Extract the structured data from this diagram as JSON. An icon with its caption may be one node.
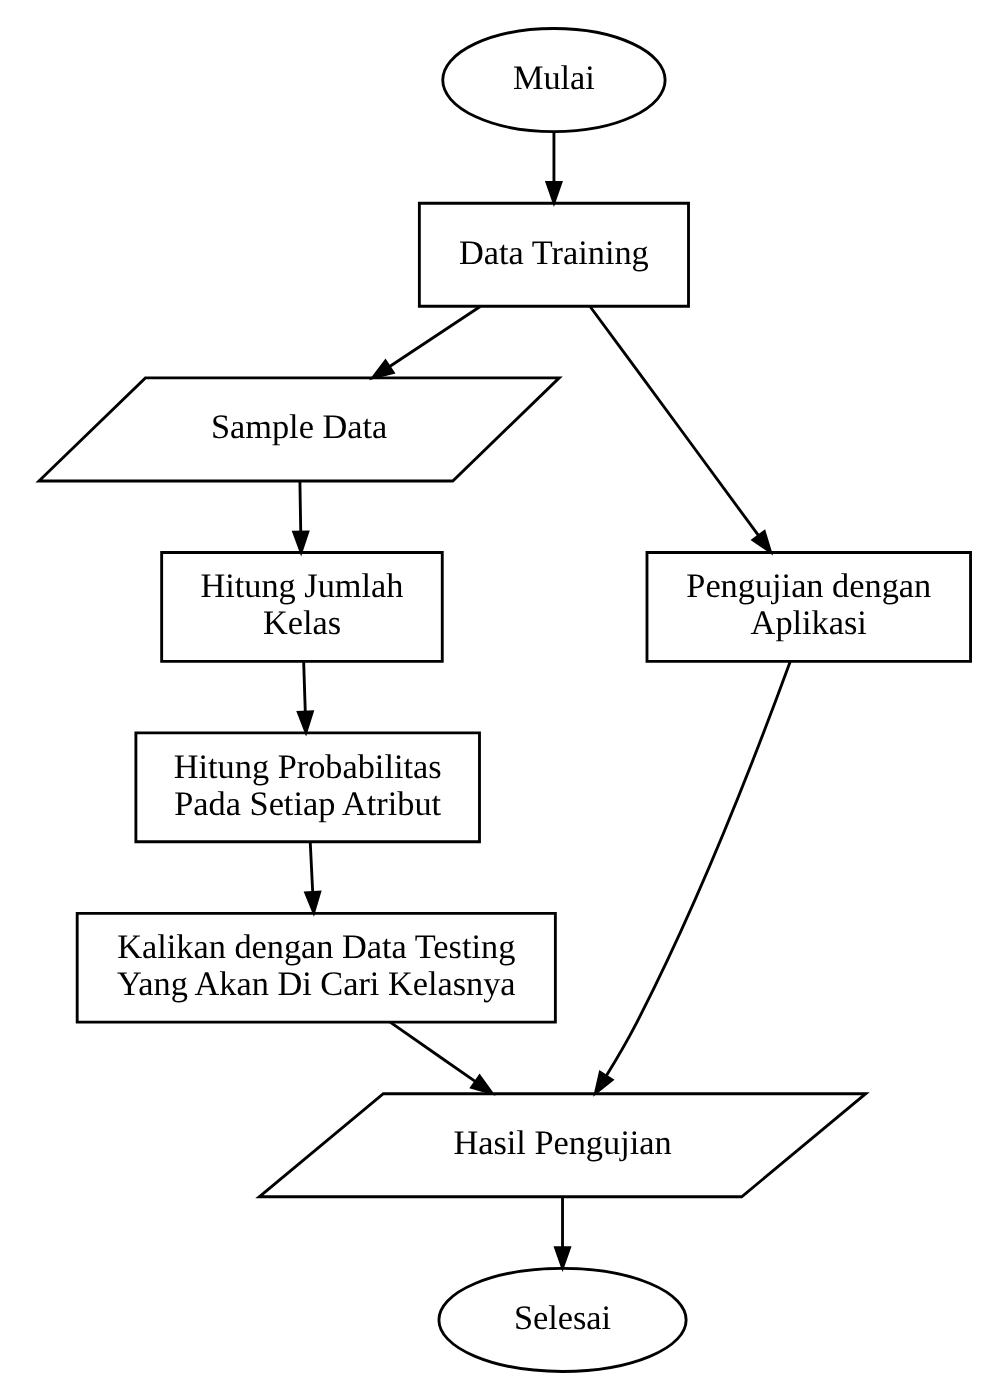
{
  "diagram": {
    "nodes": [
      {
        "text": [
          "Mulai"
        ]
      },
      {
        "text": [
          "Data Training"
        ]
      },
      {
        "text": [
          "Sample Data"
        ]
      },
      {
        "text": [
          "Hitung Jumlah Kelas"
        ]
      },
      {
        "text": [
          "Pengujian dengan Aplikasi"
        ]
      },
      {
        "text": [
          "Hitung Probabilitas Pada Setiap Atribut"
        ]
      },
      {
        "text": [
          "Kalikan dengan Data Testing Yang Akan Di Cari Kelasnya"
        ]
      },
      {
        "text": [
          "Hasil Pengujian"
        ]
      },
      {
        "text": [
          "Selesai"
        ]
      }
    ],
    "edges": [
      {
        "from": 0,
        "to": 1,
        "arrow": "to"
      },
      {
        "from": 1,
        "to": 2,
        "arrow": "to"
      },
      {
        "from": 2,
        "to": 3,
        "arrow": "to"
      },
      {
        "from": 3,
        "to": 5,
        "arrow": "to"
      },
      {
        "from": 5,
        "to": 6,
        "arrow": "to"
      },
      {
        "from": 6,
        "to": 7,
        "arrow": "to"
      },
      {
        "from": 1,
        "to": 4,
        "arrow": "to"
      },
      {
        "from": 4,
        "to": 7,
        "arrow": "to"
      },
      {
        "from": 7,
        "to": 8,
        "arrow": "to"
      }
    ]
  }
}
